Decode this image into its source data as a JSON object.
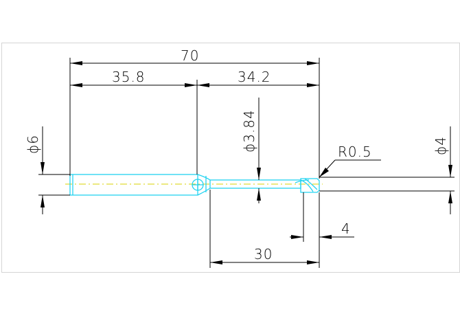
{
  "drawing": {
    "dimensions": {
      "overall_length": "70",
      "shank_length": "35.8",
      "neck_to_tip_length": "34.2",
      "neck_diameter": "ϕ3.84",
      "corner_radius": "R0.5",
      "shank_diameter": "ϕ6",
      "cutting_diameter": "ϕ4",
      "flute_length": "4",
      "neck_length": "30"
    },
    "colors": {
      "part_outline": "#22d3f0",
      "centerline": "#d8d000",
      "dimension_lines": "#000000",
      "frame": "#d4d4d4"
    }
  }
}
